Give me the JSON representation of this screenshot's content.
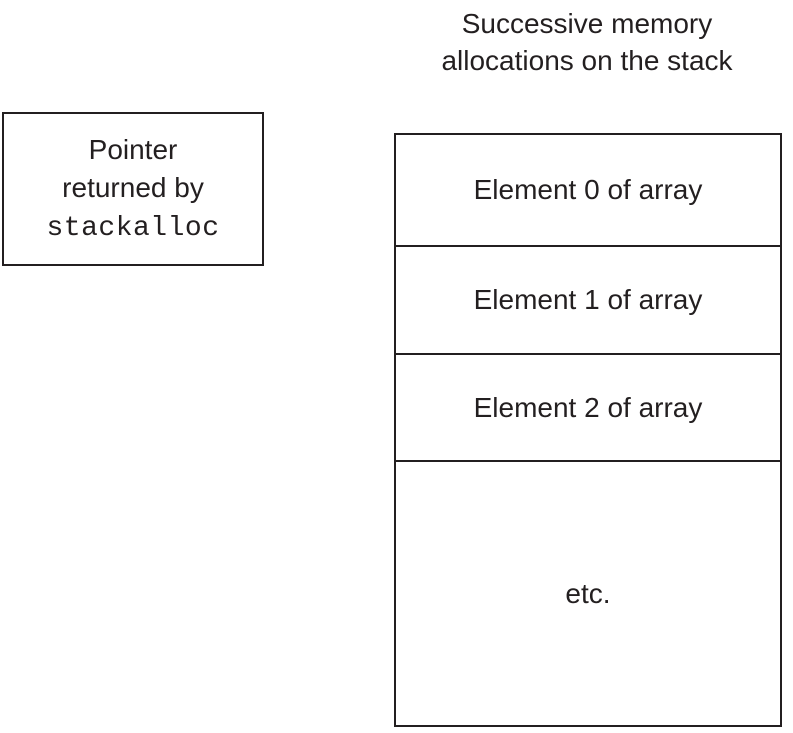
{
  "diagram": {
    "stack_title": "Successive memory allocations on the stack",
    "pointer_box": {
      "text": "Pointer returned by",
      "code": "stackalloc"
    },
    "stack": {
      "rows": [
        {
          "label": "Element 0 of array"
        },
        {
          "label": "Element 1 of array"
        },
        {
          "label": "Element 2 of array"
        },
        {
          "label": "etc."
        }
      ]
    }
  }
}
